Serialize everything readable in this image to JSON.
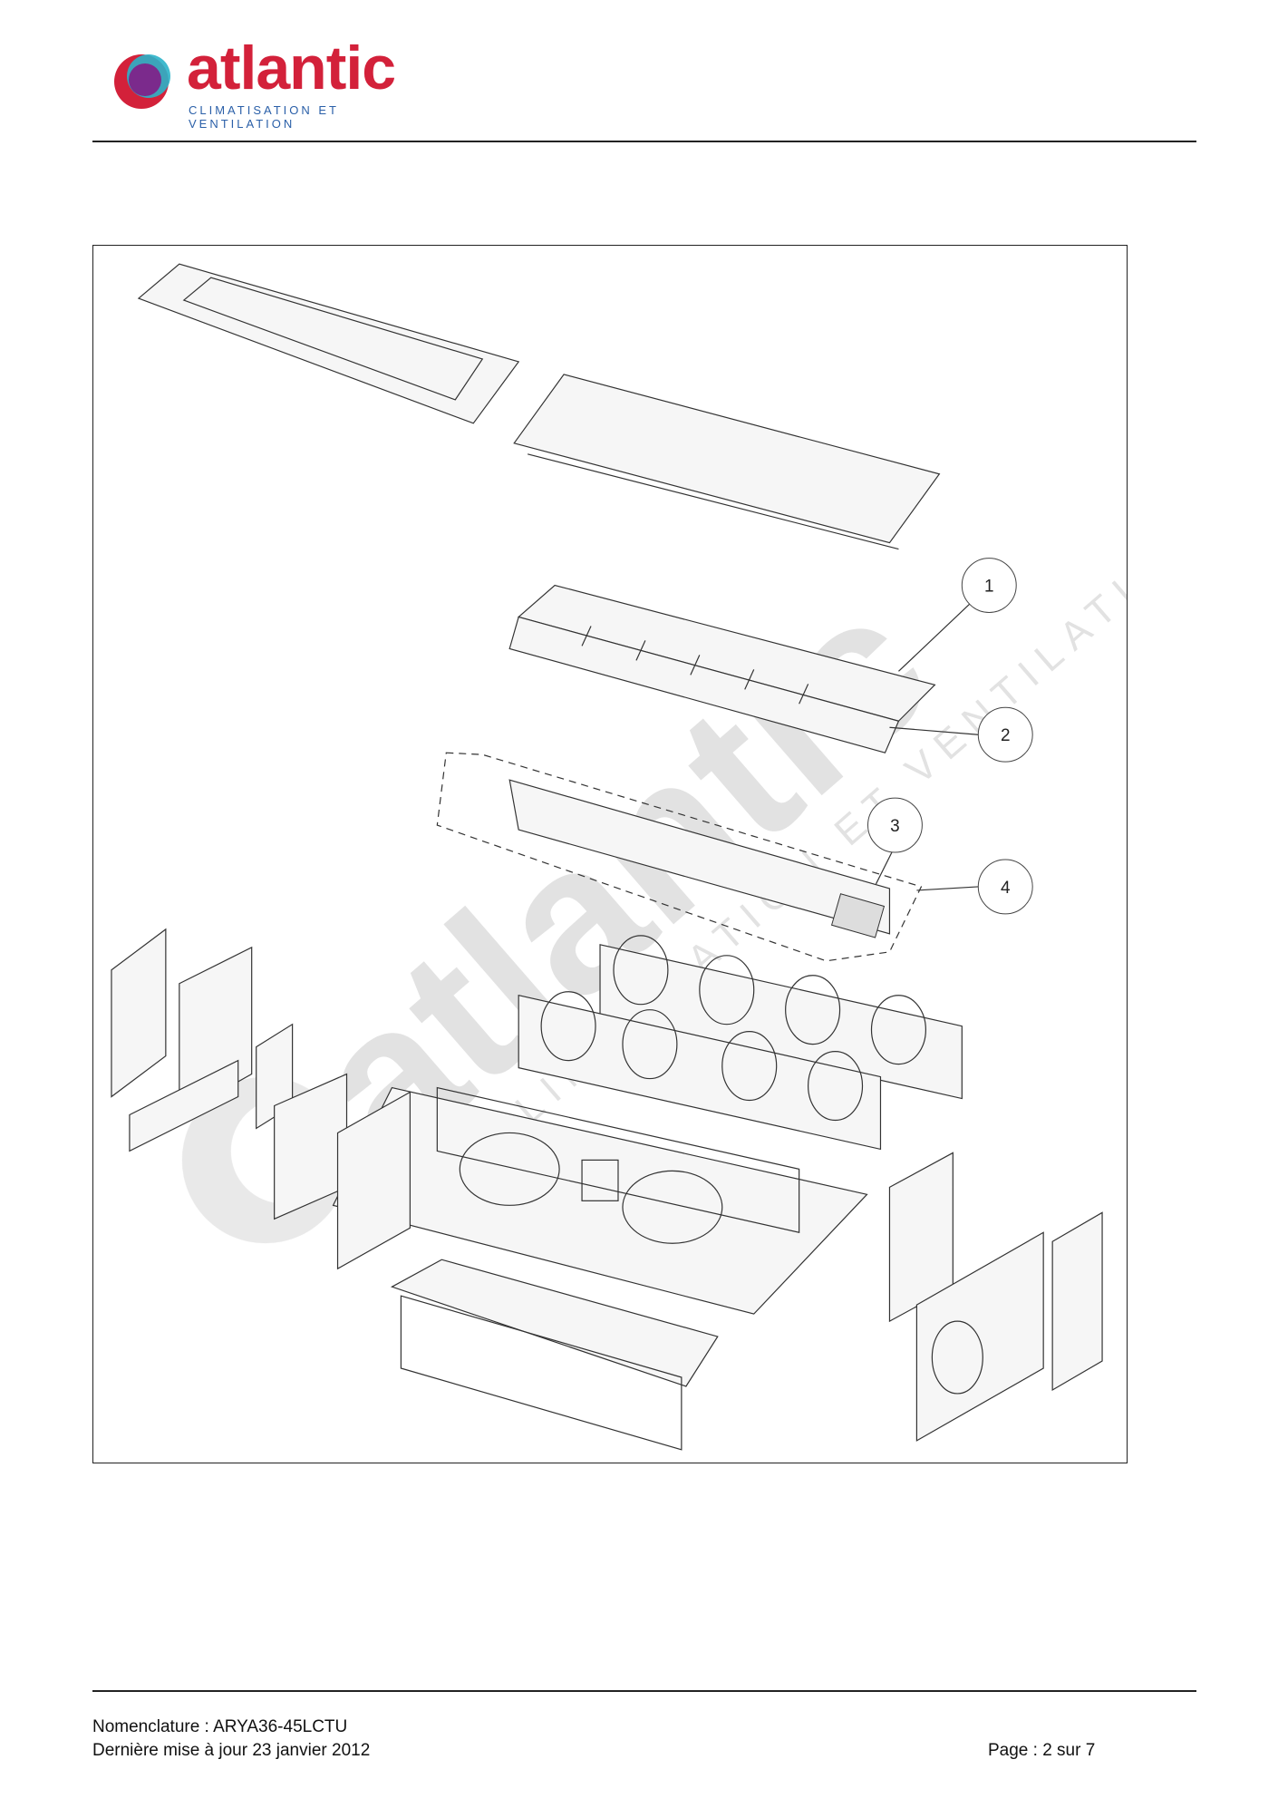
{
  "header": {
    "logo_word": "atlantic",
    "logo_tagline": "CLIMATISATION ET VENTILATION"
  },
  "diagram": {
    "watermark_word": "atlantic",
    "watermark_tagline": "CLIMATISATION ET VENTILATION",
    "callouts": [
      "1",
      "2",
      "3",
      "4"
    ]
  },
  "footer": {
    "nomenclature": "Nomenclature : ARYA36-45LCTU",
    "updated": "Dernière mise à jour 23 janvier 2012",
    "page": "Page : 2 sur 7"
  },
  "colors": {
    "brand_red": "#d3213a",
    "brand_blue": "#2a5fa8",
    "brand_purple": "#7b2a8c"
  }
}
